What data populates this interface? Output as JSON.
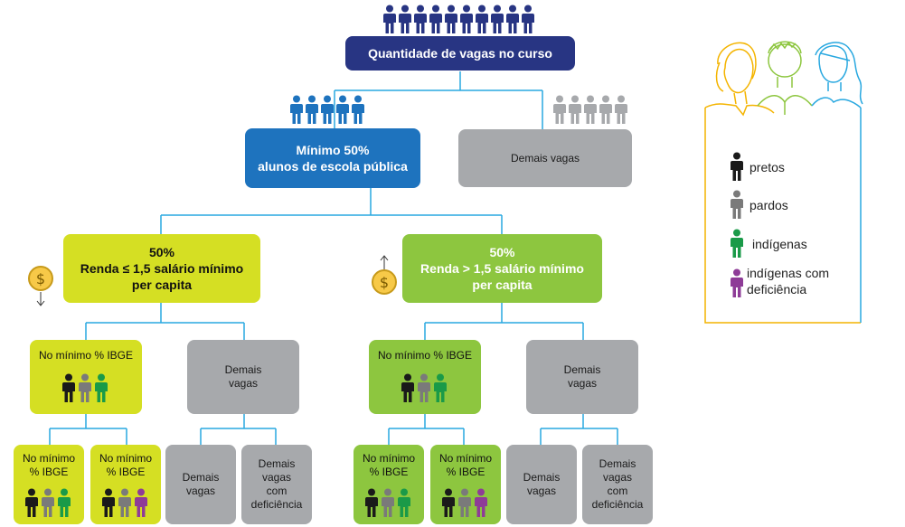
{
  "root": {
    "label": "Quantidade de vagas no curso"
  },
  "level1": {
    "public": {
      "line1": "Mínimo 50%",
      "line2": "alunos de escola pública"
    },
    "other": {
      "label": "Demais vagas"
    }
  },
  "level2": {
    "low": {
      "line1": "50%",
      "line2": "Renda ≤ 1,5 salário mínimo",
      "line3": "per capita"
    },
    "high": {
      "line1": "50%",
      "line2": "Renda > 1,5 salário mínimo",
      "line3": "per capita"
    }
  },
  "level3": {
    "min_label": "No mínimo % IBGE",
    "demais_line1": "Demais",
    "demais_line2": "vagas"
  },
  "level4": {
    "min_line1": "No mínimo",
    "min_line2": "% IBGE",
    "demais_line1": "Demais",
    "demais_line2": "vagas",
    "def_line1": "Demais",
    "def_line2": "vagas",
    "def_line3": "com",
    "def_line4": "deficiência"
  },
  "legend": {
    "items": [
      "pretos",
      "pardos",
      "indígenas"
    ],
    "item4_line1": "indígenas com",
    "item4_line2": "deficiência"
  },
  "colors": {
    "navy": "#283583",
    "blue": "#1e73be",
    "gray": "#a7a9ac",
    "yellow": "#d5df23",
    "green": "#8dc63f",
    "connector": "#29a8e0",
    "preto": "#1a1a1a",
    "pardo": "#7a7a7a",
    "indigena": "#1a9a48",
    "deficiencia": "#8e3c97"
  }
}
